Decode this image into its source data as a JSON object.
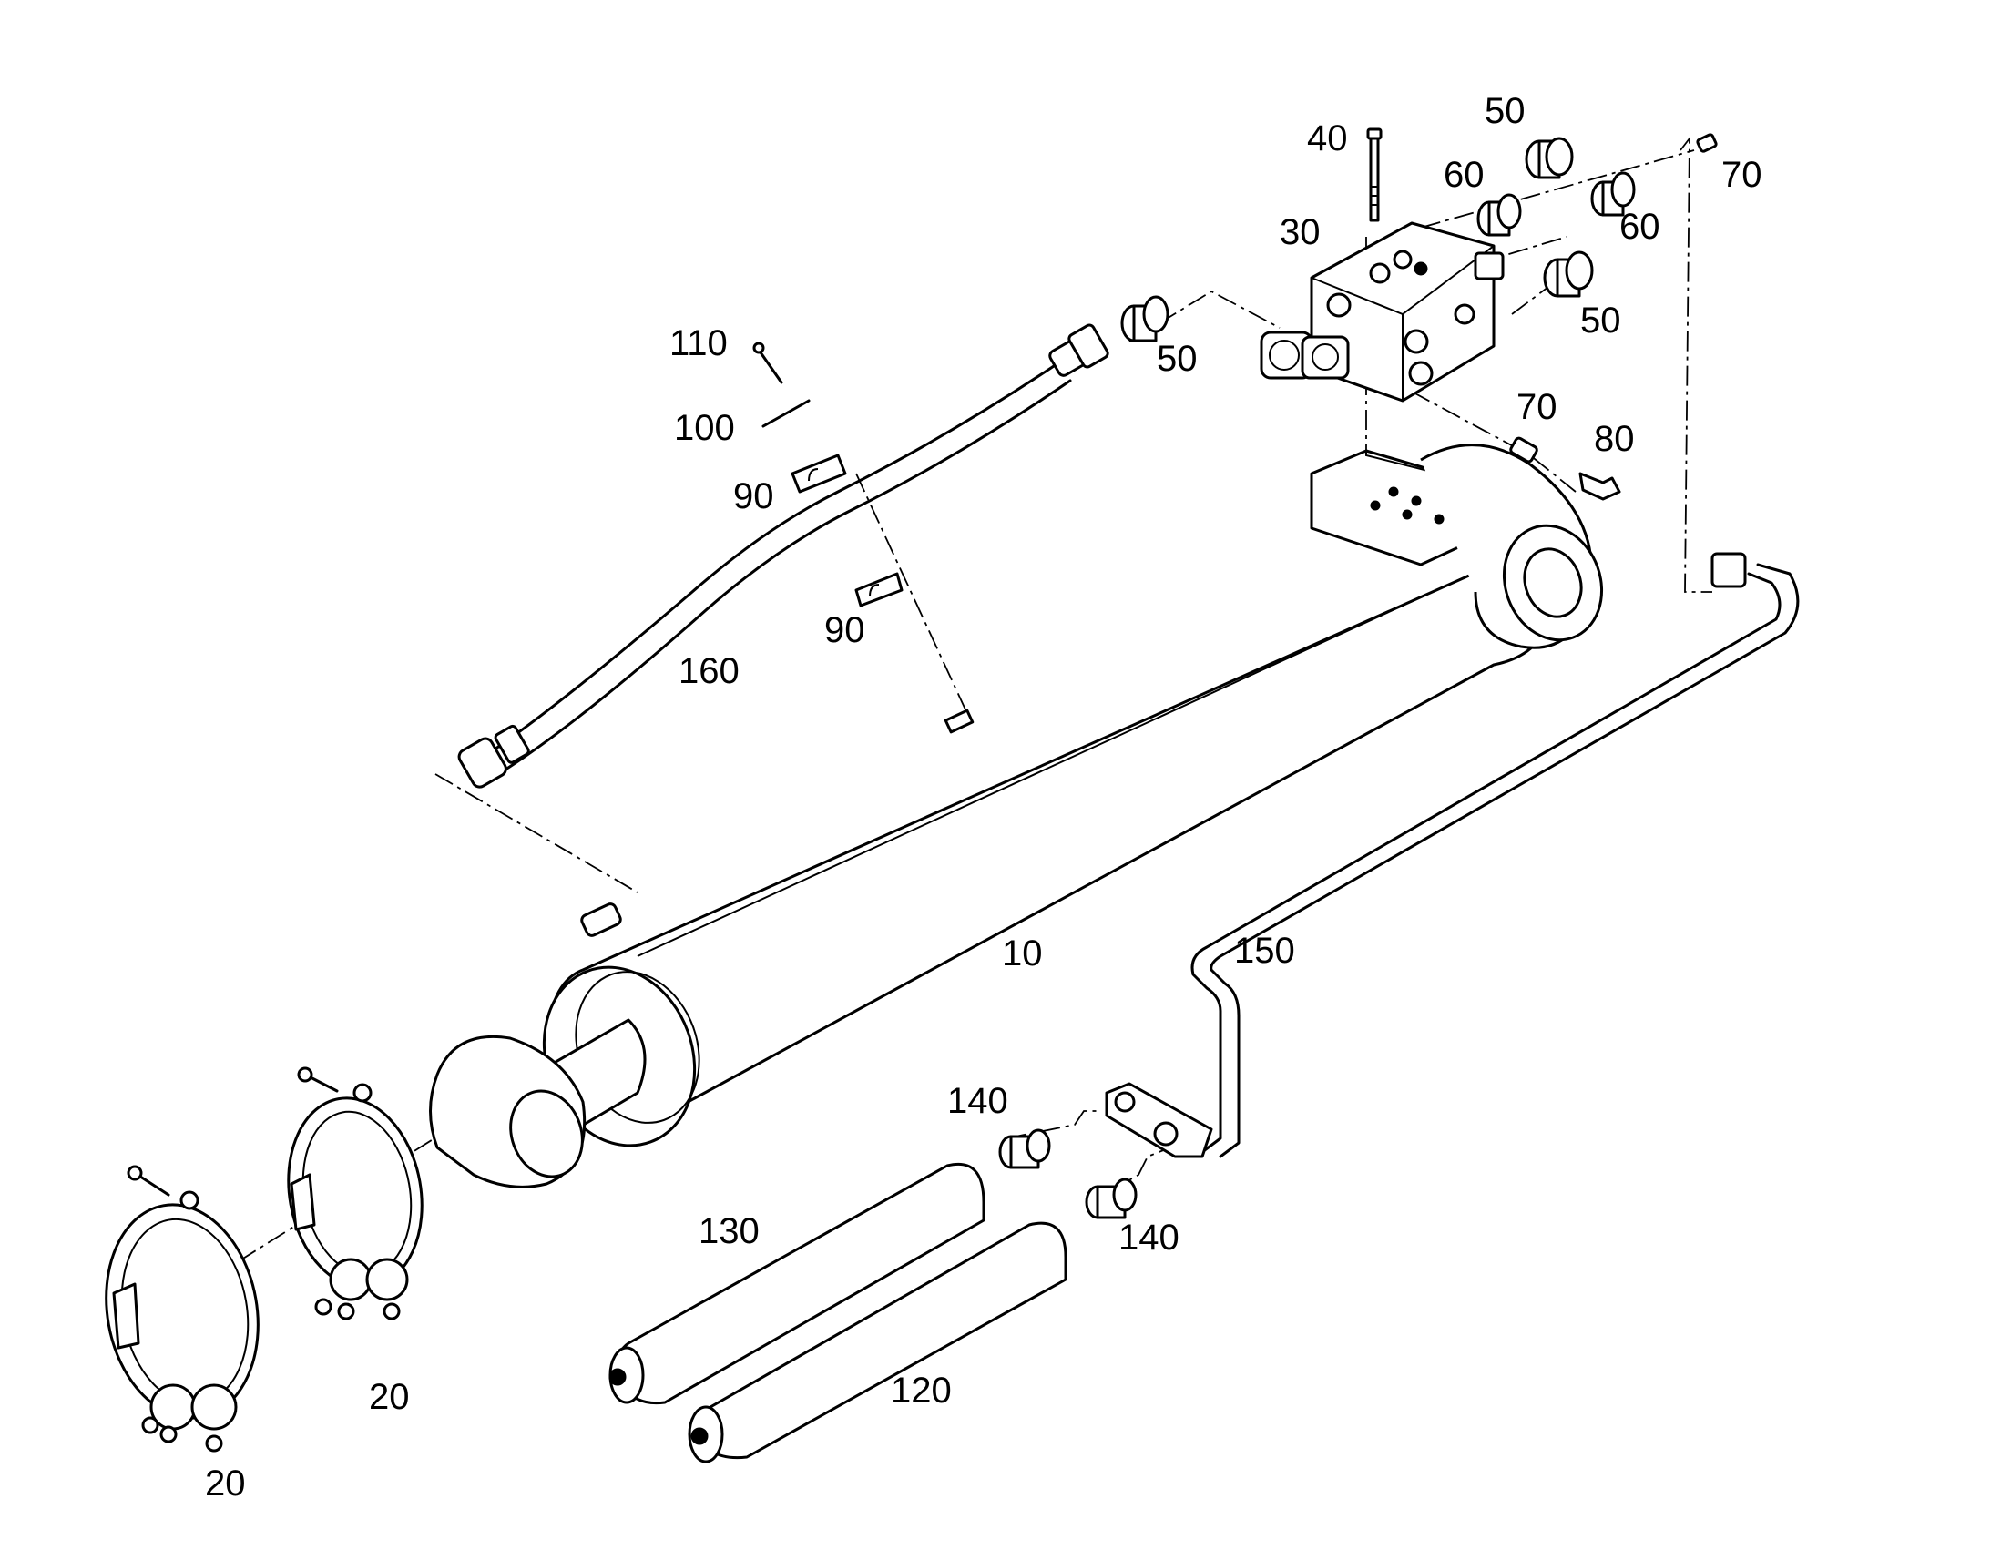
{
  "callouts": [
    {
      "id": "label-10",
      "text": "10"
    },
    {
      "id": "label-20-a",
      "text": "20"
    },
    {
      "id": "label-20-b",
      "text": "20"
    },
    {
      "id": "label-30",
      "text": "30"
    },
    {
      "id": "label-40",
      "text": "40"
    },
    {
      "id": "label-50-a",
      "text": "50"
    },
    {
      "id": "label-50-b",
      "text": "50"
    },
    {
      "id": "label-50-c",
      "text": "50"
    },
    {
      "id": "label-60-a",
      "text": "60"
    },
    {
      "id": "label-60-b",
      "text": "60"
    },
    {
      "id": "label-70-a",
      "text": "70"
    },
    {
      "id": "label-70-b",
      "text": "70"
    },
    {
      "id": "label-80",
      "text": "80"
    },
    {
      "id": "label-90-a",
      "text": "90"
    },
    {
      "id": "label-90-b",
      "text": "90"
    },
    {
      "id": "label-100",
      "text": "100"
    },
    {
      "id": "label-110",
      "text": "110"
    },
    {
      "id": "label-120",
      "text": "120"
    },
    {
      "id": "label-130",
      "text": "130"
    },
    {
      "id": "label-140-a",
      "text": "140"
    },
    {
      "id": "label-140-b",
      "text": "140"
    },
    {
      "id": "label-150",
      "text": "150"
    },
    {
      "id": "label-160",
      "text": "160"
    }
  ]
}
